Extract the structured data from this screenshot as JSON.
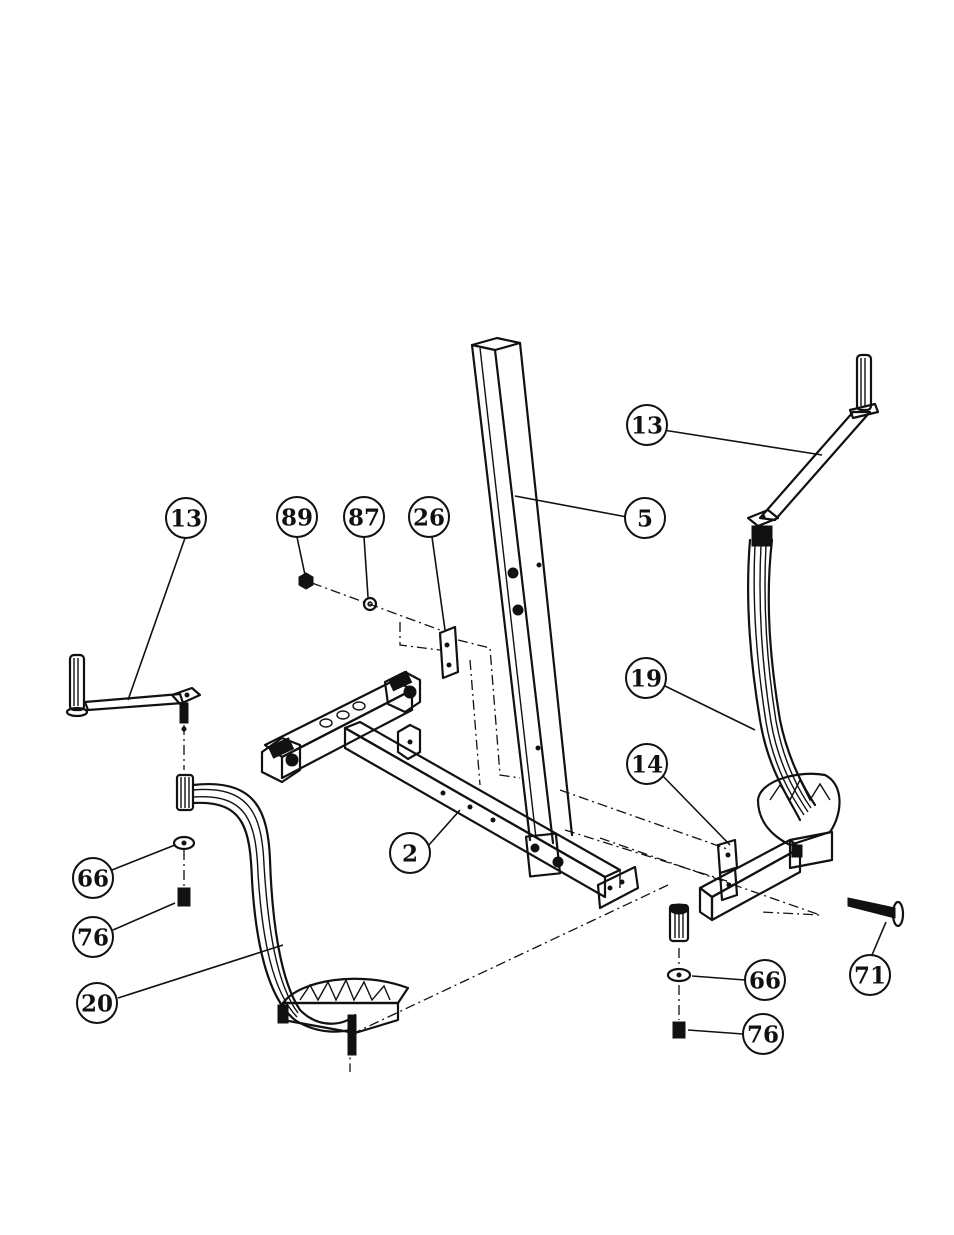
{
  "callouts": [
    {
      "id": "c13-right",
      "label": "13"
    },
    {
      "id": "c13-left",
      "label": "13"
    },
    {
      "id": "c89",
      "label": "89"
    },
    {
      "id": "c87",
      "label": "87"
    },
    {
      "id": "c26",
      "label": "26"
    },
    {
      "id": "c5",
      "label": "5"
    },
    {
      "id": "c19",
      "label": "19"
    },
    {
      "id": "c14",
      "label": "14"
    },
    {
      "id": "c2",
      "label": "2"
    },
    {
      "id": "c66-left",
      "label": "66"
    },
    {
      "id": "c76-left",
      "label": "76"
    },
    {
      "id": "c20",
      "label": "20"
    },
    {
      "id": "c66-right",
      "label": "66"
    },
    {
      "id": "c76-right",
      "label": "76"
    },
    {
      "id": "c71",
      "label": "71"
    }
  ]
}
